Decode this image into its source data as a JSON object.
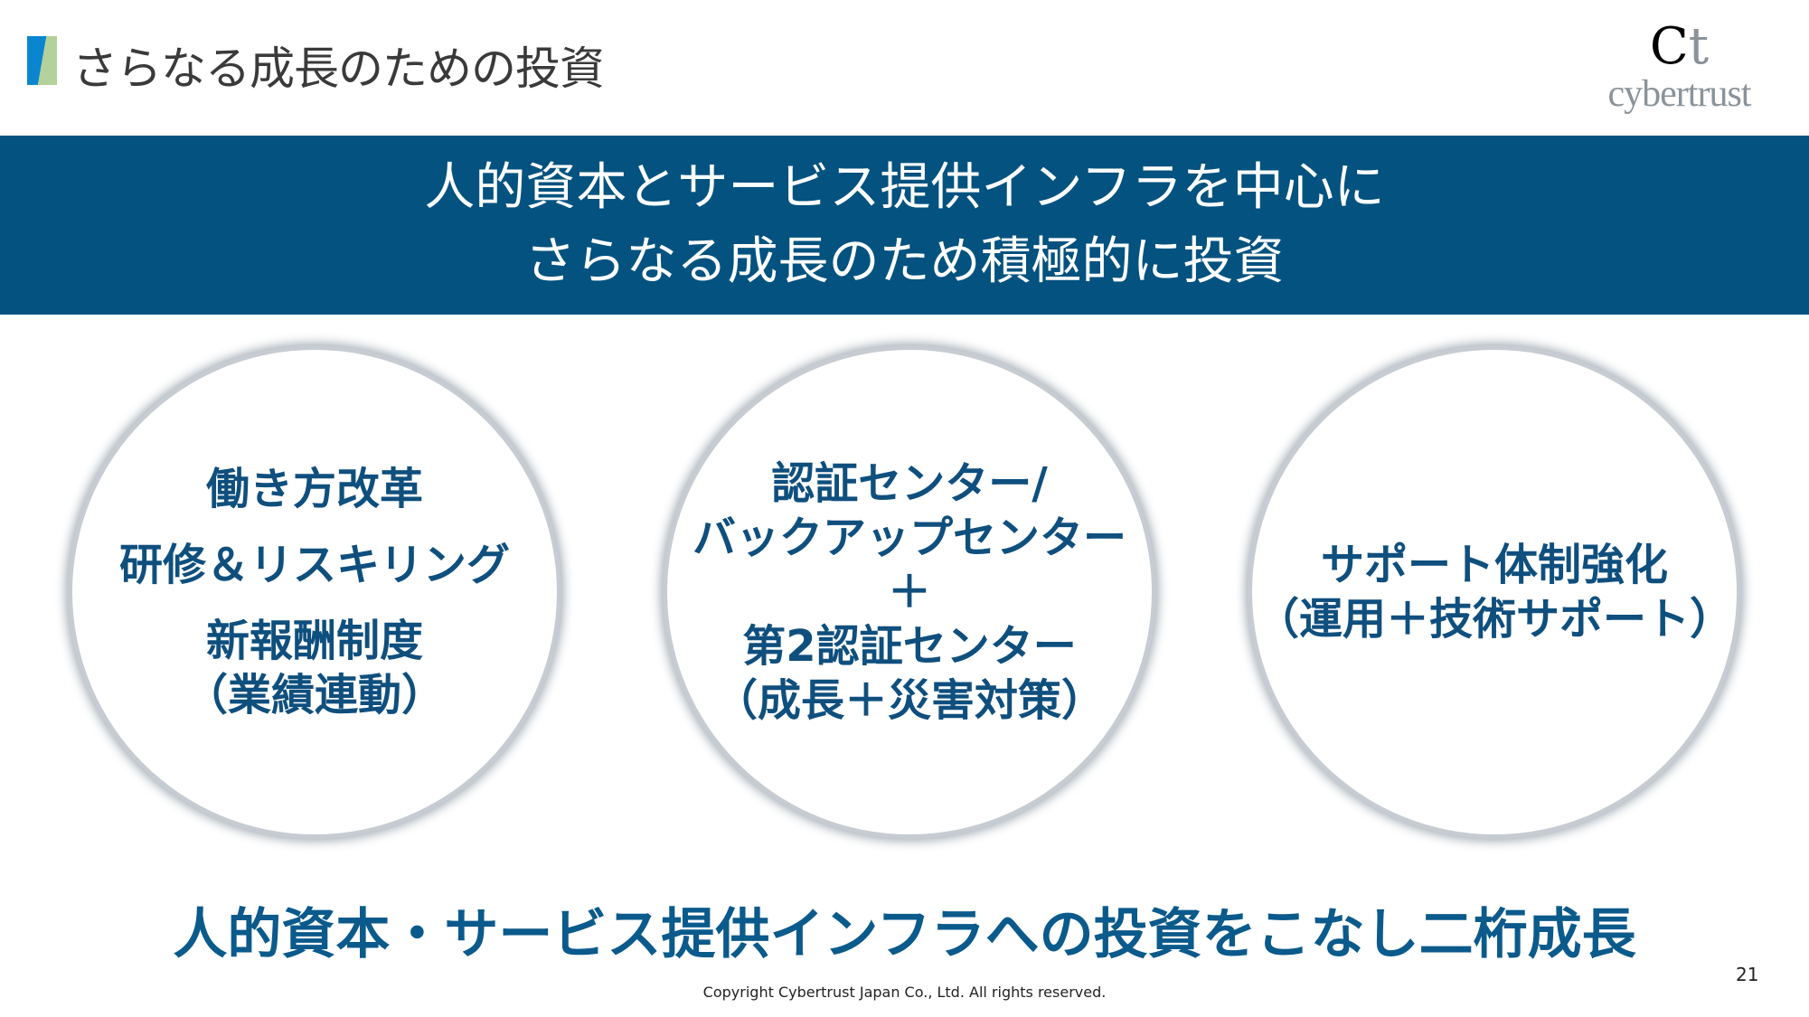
{
  "header": {
    "title": "さらなる成長のための投資",
    "logo_text": "cybertrust",
    "logo_mark": "Ct"
  },
  "banner": {
    "line1": "人的資本とサービス提供インフラを中心に",
    "line2": "さらなる成長のため積極的に投資"
  },
  "circles": [
    {
      "lines": [
        "働き方改革",
        "研修＆リスキリング",
        "新報酬制度",
        "（業績連動）"
      ]
    },
    {
      "lines": [
        "認証センター/",
        "バックアップセンター",
        "＋",
        "第2認証センター",
        "（成長＋災害対策）"
      ]
    },
    {
      "lines": [
        "サポート体制強化",
        "（運用＋技術サポート）"
      ]
    }
  ],
  "summary": "人的資本・サービス提供インフラへの投資をこなし二桁成長",
  "footer": {
    "copyright": "Copyright Cybertrust Japan Co., Ltd. All rights reserved.",
    "page_number": "21"
  }
}
